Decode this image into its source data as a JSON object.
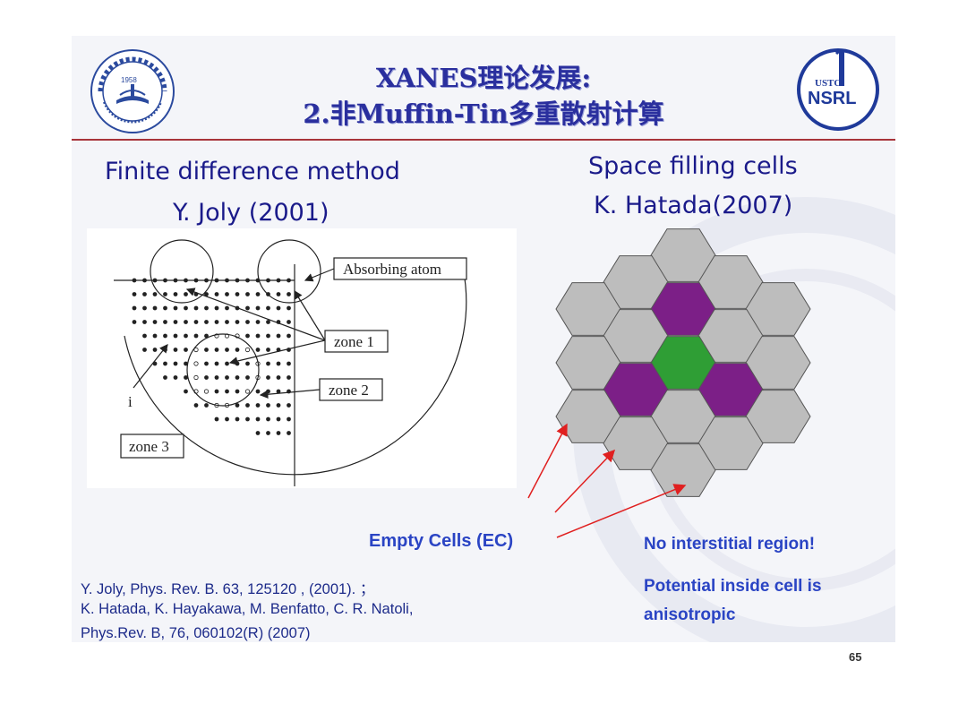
{
  "title": {
    "line1": "XANES理论发展:",
    "line2": "2.非Muffin-Tin多重散射计算"
  },
  "left_heading": {
    "line1": "Finite difference method",
    "line2": "Y. Joly (2001)"
  },
  "right_heading": {
    "line1": "Space filling cells",
    "line2": "K. Hatada(2007)"
  },
  "left_logo": {
    "year": "1958",
    "icon": "university-seal-icon"
  },
  "right_logo": {
    "top_text": "USTC",
    "main_text": "NSRL",
    "icon": "nsrl-logo-icon"
  },
  "diagram_labels": {
    "absorbing_atom": "Absorbing atom",
    "zone1": "zone 1",
    "zone2": "zone 2",
    "zone3": "zone 3",
    "i_label": "i"
  },
  "empty_cells_label": "Empty Cells (EC)",
  "notes": {
    "no_interstitial": "No interstitial region!",
    "potential_line1": "Potential inside cell is",
    "potential_line2": "anisotropic"
  },
  "references": [
    "Y.  Joly, Phys. Rev. B. 63, 125120 , (2001). ；",
    "K. Hatada, K. Hayakawa, M. Benfatto,  C. R. Natoli,",
    "Phys.Rev. B, 76, 060102(R) (2007)"
  ],
  "page_number": "65",
  "colors": {
    "title": "#2a2f9e",
    "heading": "#1a1a8a",
    "accent_blue": "#2a44c4",
    "rule": "#a8343a",
    "hex_gray": "#bdbdbd",
    "hex_purple": "#7c1f87",
    "hex_green": "#2f9e35",
    "arrow_red": "#e02020"
  }
}
